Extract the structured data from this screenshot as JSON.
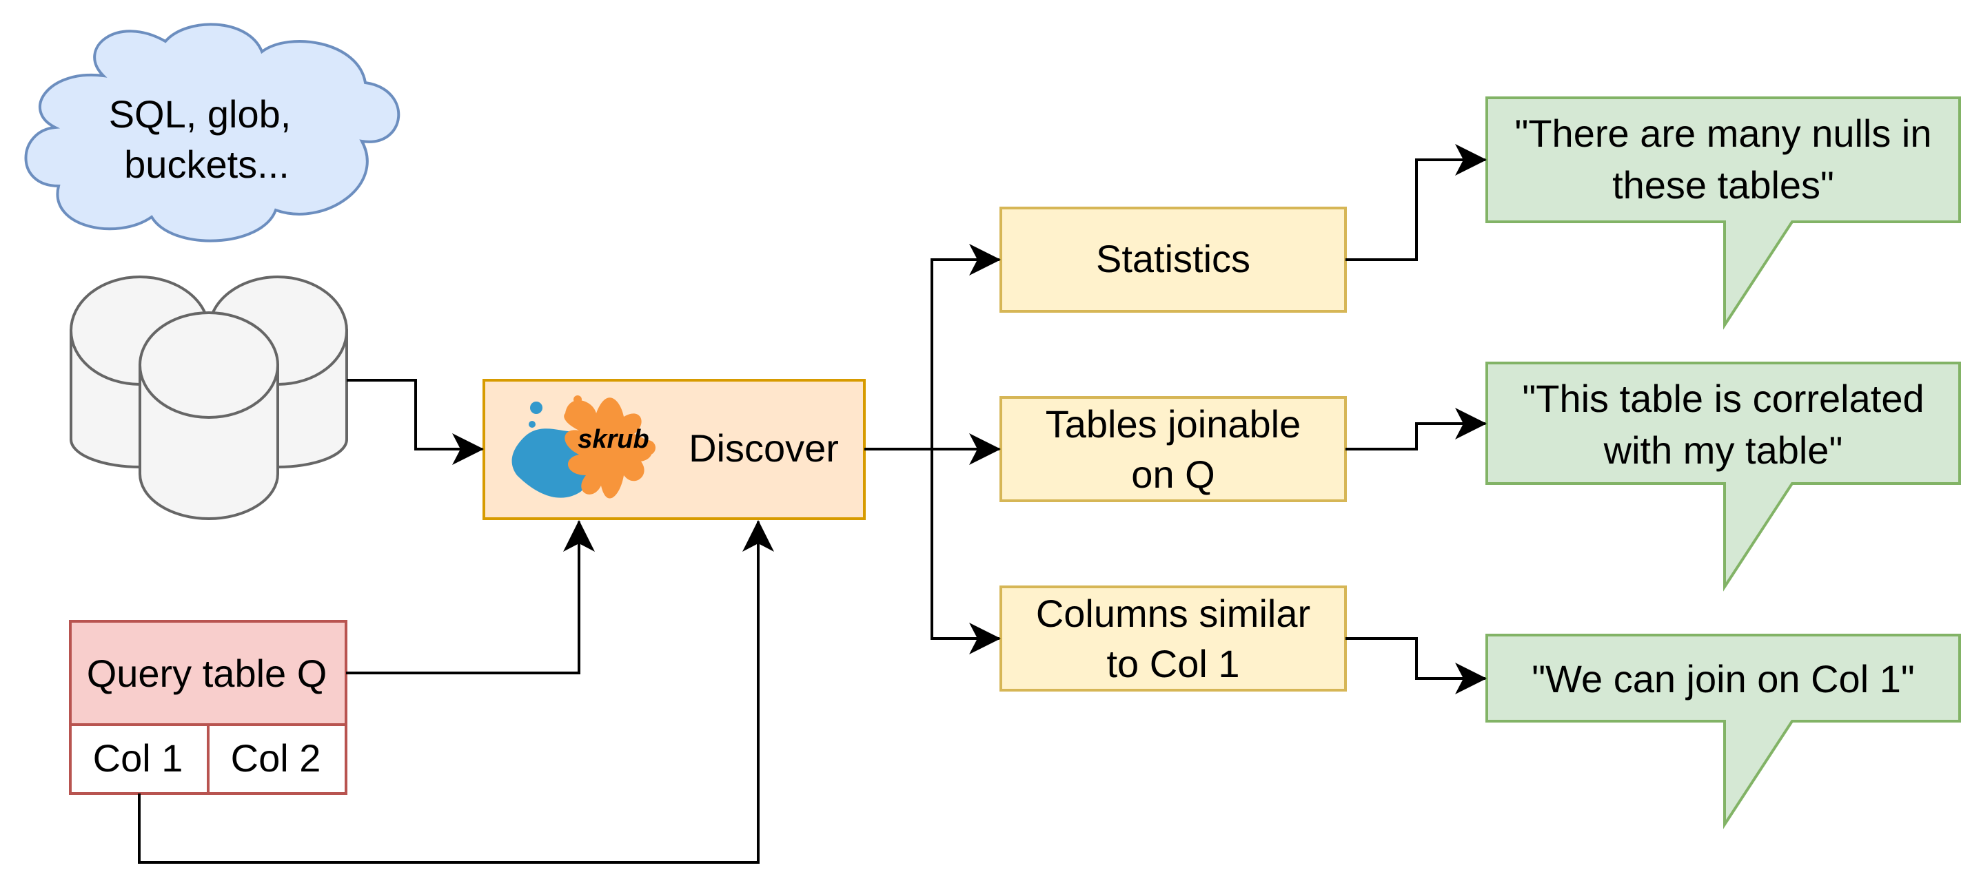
{
  "cloud": {
    "line1": "SQL, glob,",
    "line2": "buckets..."
  },
  "database_icon": "database-stack-icon",
  "discover": {
    "logo_text": "skrub",
    "label": "Discover"
  },
  "query_table": {
    "title": "Query table Q",
    "columns": [
      "Col 1",
      "Col 2"
    ]
  },
  "outputs": [
    {
      "label_line1": "Statistics",
      "label_line2": ""
    },
    {
      "label_line1": "Tables joinable",
      "label_line2": "on Q"
    },
    {
      "label_line1": "Columns similar",
      "label_line2": "to Col 1"
    }
  ],
  "callouts": [
    {
      "line1": "\"There are many nulls in",
      "line2": "these tables\""
    },
    {
      "line1": "\"This table is correlated",
      "line2": "with my table\""
    },
    {
      "line1": "\"We can join on Col 1\"",
      "line2": ""
    }
  ],
  "colors": {
    "cloud_fill": "#dae8fc",
    "cloud_stroke": "#6c8ebf",
    "db_fill": "#f5f5f5",
    "db_stroke": "#666666",
    "discover_fill": "#ffe6cc",
    "discover_stroke": "#d79b00",
    "query_fill": "#f8cecc",
    "query_stroke": "#b85450",
    "output_fill": "#fff2cc",
    "output_stroke": "#d6b656",
    "callout_fill": "#d5e8d4",
    "callout_stroke": "#82b366",
    "skrub_blue": "#3399cc",
    "skrub_orange": "#f7953b"
  }
}
